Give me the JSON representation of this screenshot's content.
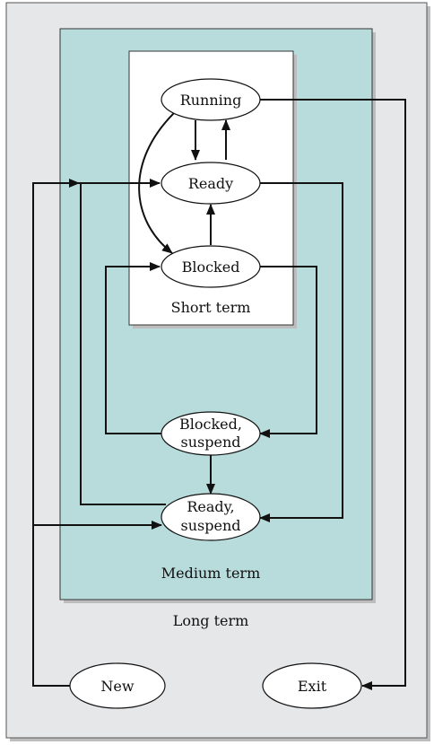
{
  "diagram": {
    "regions": {
      "long_term": "Long term",
      "medium_term": "Medium term",
      "short_term": "Short term"
    },
    "states": {
      "running": "Running",
      "ready": "Ready",
      "blocked": "Blocked",
      "blocked_suspend": [
        "Blocked,",
        "suspend"
      ],
      "ready_suspend": [
        "Ready,",
        "suspend"
      ],
      "new": "New",
      "exit": "Exit"
    },
    "colors": {
      "outer_panel": "#e6e7e9",
      "medium_panel": "#b8dcdb",
      "short_panel": "#ffffff",
      "lines": "#111111"
    }
  }
}
